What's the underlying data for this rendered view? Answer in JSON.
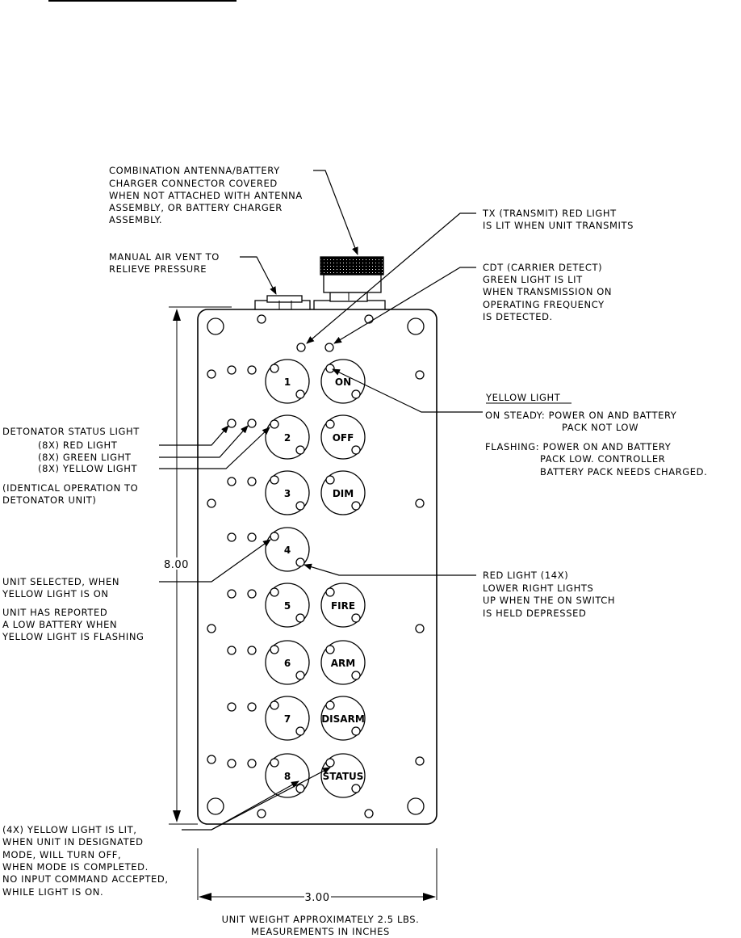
{
  "diagram": {
    "callouts": {
      "antenna": [
        "COMBINATION ANTENNA/BATTERY",
        "CHARGER CONNECTOR COVERED",
        "WHEN NOT ATTACHED WITH ANTENNA",
        "ASSEMBLY, OR BATTERY CHARGER",
        "ASSEMBLY."
      ],
      "air_vent": [
        "MANUAL AIR VENT TO",
        "RELIEVE PRESSURE"
      ],
      "tx": [
        "TX (TRANSMIT) RED LIGHT",
        "IS LIT WHEN UNIT TRANSMITS"
      ],
      "cdt": [
        "CDT (CARRIER DETECT)",
        "GREEN LIGHT IS LIT",
        "WHEN TRANSMISSION ON",
        "OPERATING FREQUENCY",
        "IS DETECTED."
      ],
      "yellow_title": "YELLOW LIGHT",
      "yellow_steady": [
        "ON STEADY: POWER ON AND BATTERY",
        "PACK NOT LOW"
      ],
      "yellow_flashing": [
        "FLASHING: POWER ON AND BATTERY",
        "PACK LOW. CONTROLLER",
        "BATTERY PACK NEEDS CHARGED."
      ],
      "detonator_title": "DETONATOR STATUS LIGHT",
      "detonator_items": [
        "(8X) RED LIGHT",
        "(8X) GREEN LIGHT",
        "(8X) YELLOW LIGHT"
      ],
      "detonator_note": [
        "(IDENTICAL OPERATION TO",
        "DETONATOR UNIT)"
      ],
      "unit_selected": [
        "UNIT SELECTED, WHEN",
        "YELLOW LIGHT IS ON"
      ],
      "unit_reported": [
        "UNIT HAS REPORTED",
        "A LOW BATTERY WHEN",
        "YELLOW LIGHT IS FLASHING"
      ],
      "red_light": [
        "RED LIGHT (14X)",
        "LOWER RIGHT LIGHTS",
        "UP WHEN THE ON SWITCH",
        "IS HELD DEPRESSED"
      ],
      "designated": [
        "(4X) YELLOW LIGHT IS LIT,",
        "WHEN UNIT IN DESIGNATED",
        "MODE, WILL TURN OFF,",
        "WHEN MODE IS COMPLETED.",
        "NO INPUT COMMAND ACCEPTED,",
        "WHILE LIGHT IS ON."
      ]
    },
    "dimensions": {
      "height": "8.00",
      "width": "3.00"
    },
    "buttons_left": [
      "1",
      "2",
      "3",
      "4",
      "5",
      "6",
      "7",
      "8"
    ],
    "buttons_right": [
      "ON",
      "OFF",
      "DIM",
      "",
      "FIRE",
      "ARM",
      "DISARM",
      "STATUS"
    ],
    "footer": [
      "UNIT WEIGHT APPROXIMATELY 2.5 LBS.",
      "MEASUREMENTS IN INCHES"
    ]
  }
}
